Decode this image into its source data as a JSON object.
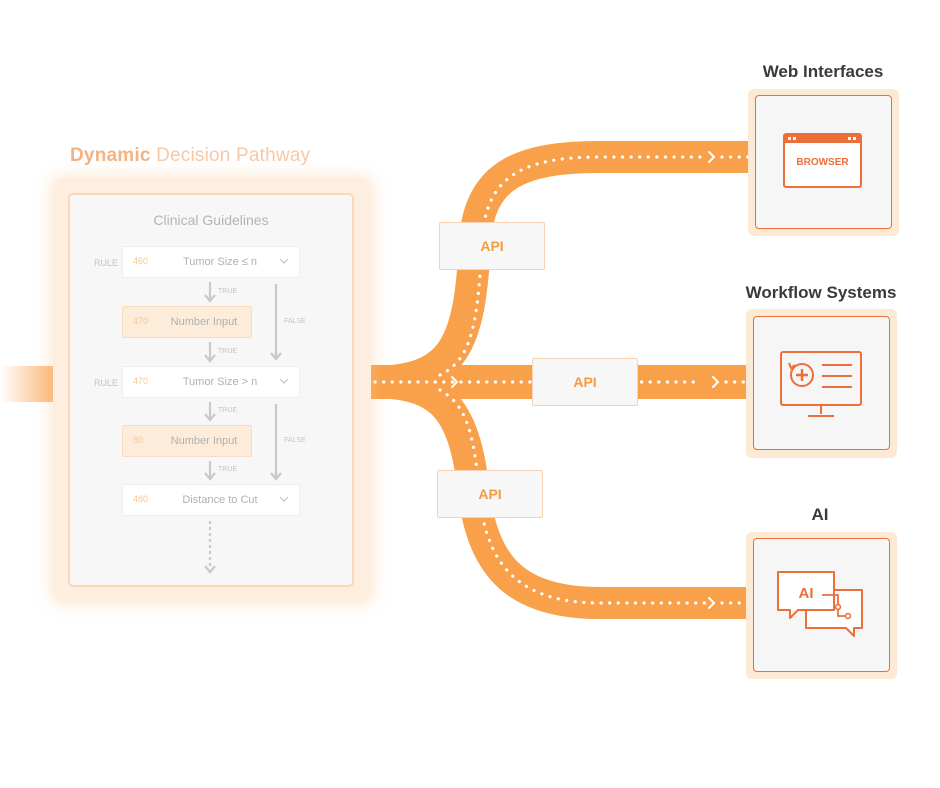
{
  "pathway": {
    "title_highlight": "Dynamic",
    "title_rest": "Decision Pathway",
    "subtitle": "Clinical Guidelines",
    "rule_label": "RULE",
    "true_label": "TRUE",
    "false_label": "FALSE",
    "nodes": [
      {
        "num": "460",
        "label": "Tumor Size ≤ n"
      },
      {
        "num": "470",
        "label": "Number Input"
      },
      {
        "num": "470",
        "label": "Tumor Size > n"
      },
      {
        "num": "80",
        "label": "Number Input"
      },
      {
        "num": "480",
        "label": "Distance to Cut"
      }
    ]
  },
  "api_label": "API",
  "targets": {
    "web": {
      "title": "Web Interfaces",
      "icon_text": "BROWSER"
    },
    "workflow": {
      "title": "Workflow Systems"
    },
    "ai": {
      "title": "AI",
      "icon_text": "AI"
    }
  },
  "colors": {
    "flow": "#f9a04a",
    "accent": "#ec6f3a",
    "api_text": "#f29b43"
  }
}
